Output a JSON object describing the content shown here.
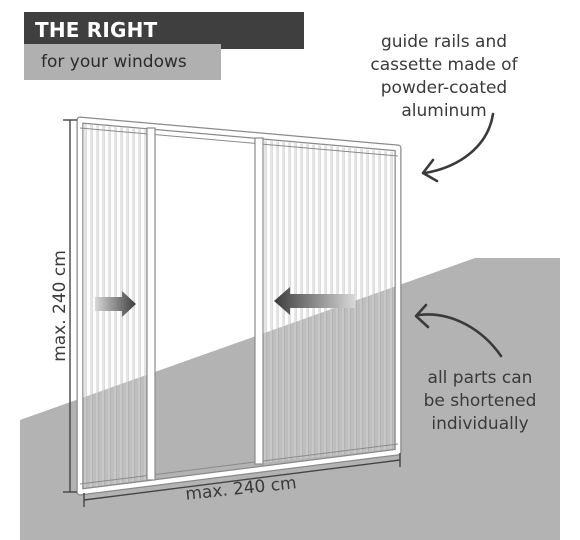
{
  "header": {
    "title": "THE RIGHT PROTECTION",
    "subtitle": "for your windows"
  },
  "callouts": {
    "material": [
      "guide rails and",
      "cassette made of",
      "powder-coated",
      "aluminum"
    ],
    "shortening": [
      "all parts can",
      "be shortened",
      "individually"
    ]
  },
  "dimensions": {
    "height_label": "max. 240 cm",
    "width_label": "max. 240 cm"
  },
  "colors": {
    "title_bg": "#3f3f3f",
    "subtitle_bg": "#b0b0b0",
    "ground": "#b3b3b3",
    "frame": "#ffffff"
  }
}
